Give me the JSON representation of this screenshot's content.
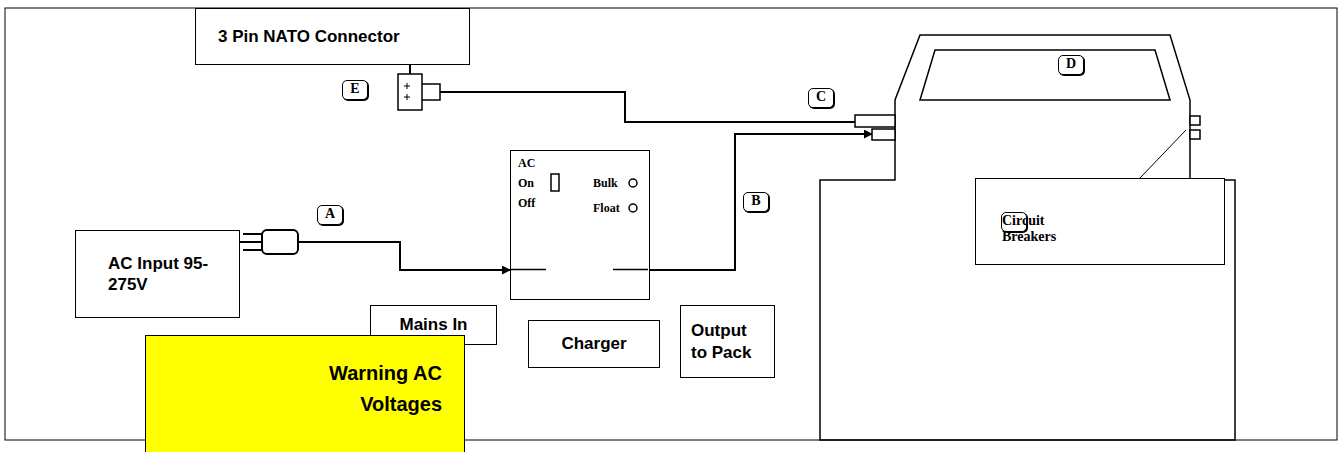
{
  "diagram": {
    "nodes": [
      {
        "text": [
          "3 Pin NATO Connector"
        ]
      },
      {
        "text": [
          "D"
        ]
      },
      {
        "text": [
          "AC Input 95-275V"
        ]
      },
      {
        "text": [
          "AC",
          "On",
          "Off",
          "Bulk",
          "Float"
        ]
      },
      {
        "text": [
          "Circuit Breakers"
        ],
        "in": 1
      },
      {
        "text": [
          "Mains In"
        ]
      },
      {
        "text": [
          "Charger"
        ]
      },
      {
        "text": [
          "Output to Pack"
        ]
      },
      {
        "text": [
          "Warning AC Voltages"
        ]
      }
    ],
    "edges": [
      {
        "from": 2,
        "to": 3,
        "arrow": "to"
      },
      {
        "from": 3,
        "to": 1,
        "arrow": "to"
      },
      {
        "from": 0,
        "to": 1,
        "arrow": "none"
      }
    ],
    "labels": [
      "E",
      "C",
      "A",
      "B"
    ]
  }
}
